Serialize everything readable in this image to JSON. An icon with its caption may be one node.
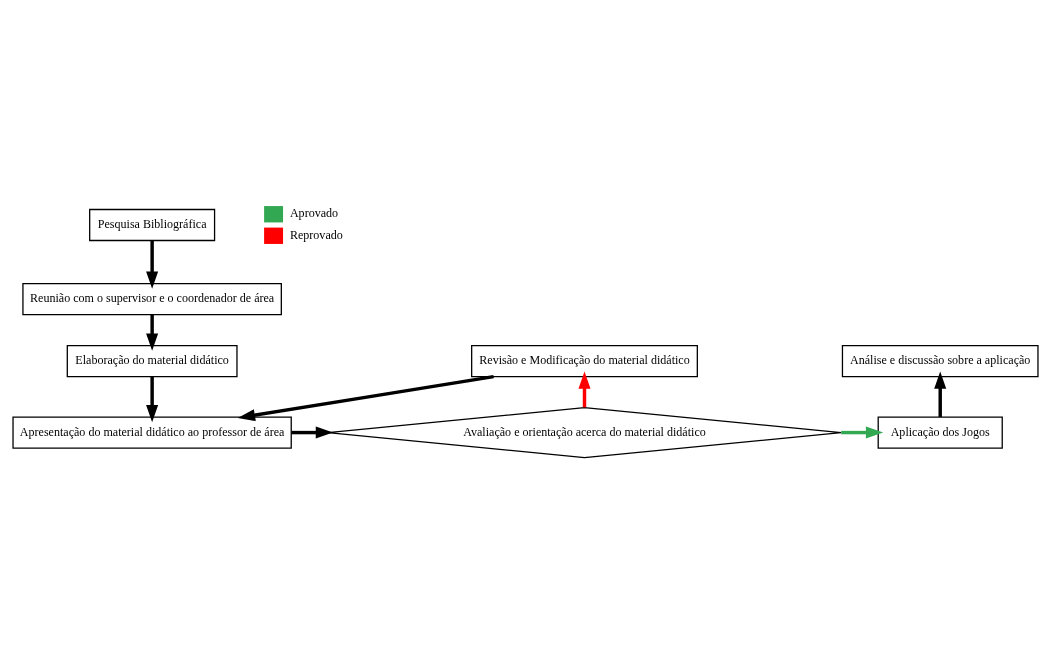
{
  "diagram": {
    "nodes": [
      {
        "text": [
          "Pesquisa Bibliográfica"
        ]
      },
      {
        "text": [
          "Reunião com o supervisor e o coordenador de área"
        ]
      },
      {
        "text": [
          "Elaboração do material didático"
        ]
      },
      {
        "text": [
          "Apresentação do material didático ao professor de área"
        ]
      },
      {
        "text": [
          "Avaliação e orientação acerca do material didático"
        ]
      },
      {
        "text": [
          "Revisão e Modificação do material didático"
        ]
      },
      {
        "text": [
          "Aplicação dos Jogos"
        ]
      },
      {
        "text": [
          "Análise e discussão sobre a aplicação"
        ]
      }
    ],
    "edges": [
      {
        "from": 0,
        "to": 1,
        "arrow": "to"
      },
      {
        "from": 1,
        "to": 2,
        "arrow": "to"
      },
      {
        "from": 2,
        "to": 3,
        "arrow": "to"
      },
      {
        "from": 3,
        "to": 4,
        "arrow": "to"
      },
      {
        "from": 4,
        "to": 5,
        "arrow": "to",
        "color": "#ff0000"
      },
      {
        "from": 5,
        "to": 3,
        "arrow": "to"
      },
      {
        "from": 4,
        "to": 6,
        "arrow": "to",
        "color": "#33a852"
      },
      {
        "from": 6,
        "to": 7,
        "arrow": "to"
      }
    ],
    "legend": [
      {
        "text": "Aprovado",
        "color": "#33a852"
      },
      {
        "text": "Reprovado",
        "color": "#ff0000"
      }
    ]
  }
}
